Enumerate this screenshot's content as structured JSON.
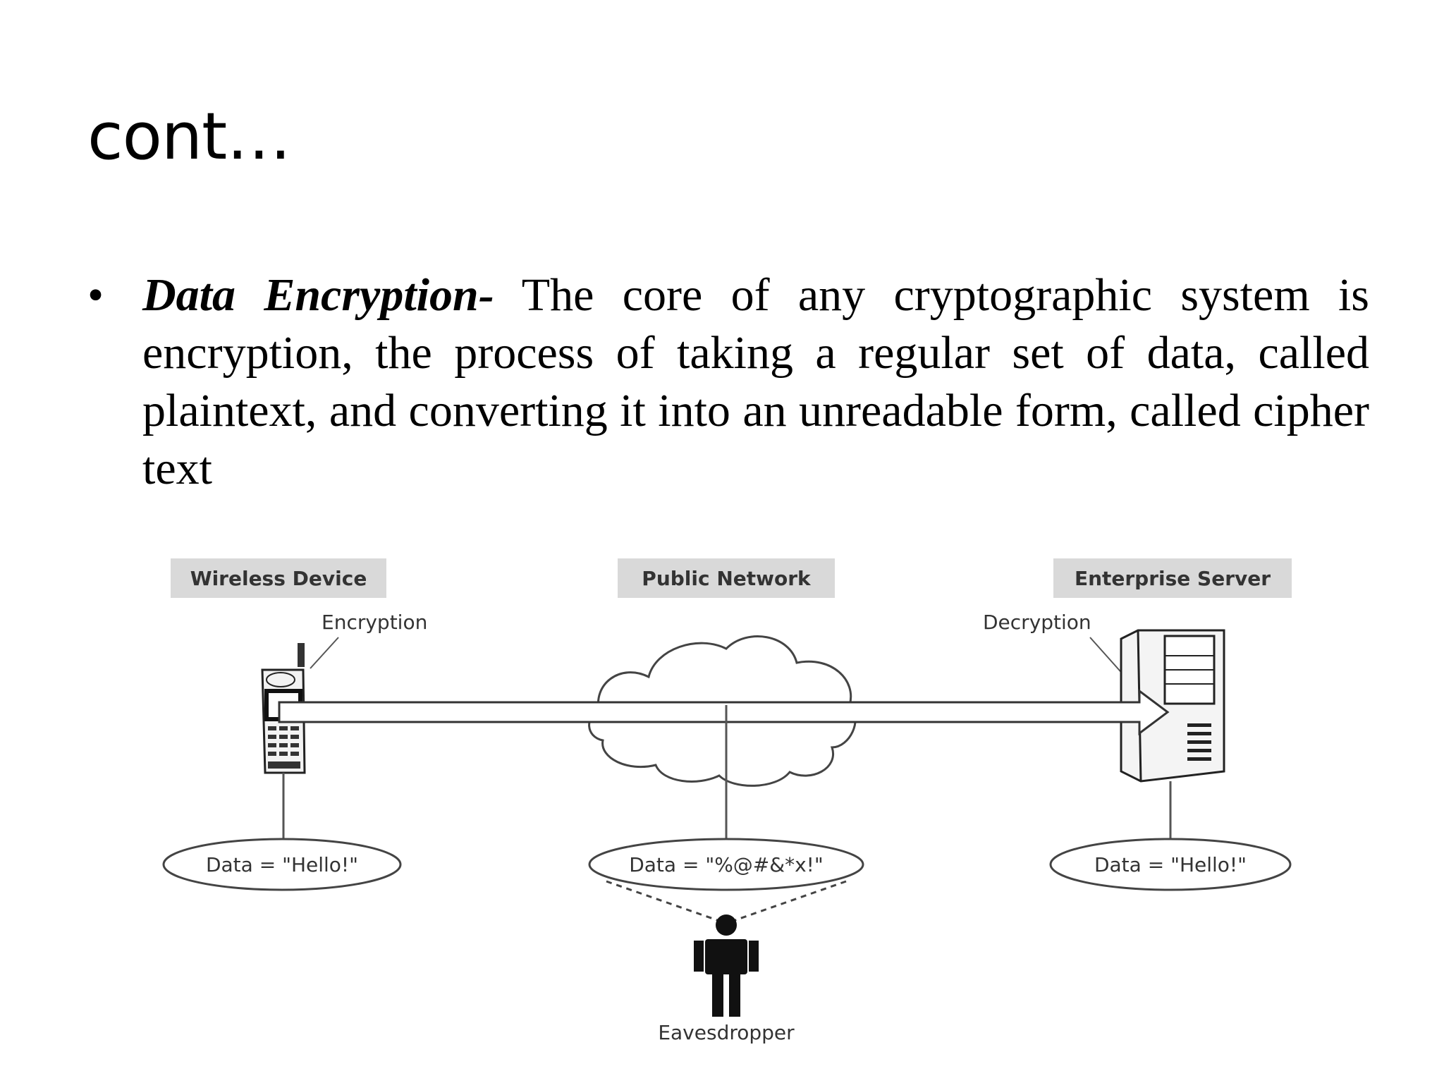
{
  "slide": {
    "title": "cont…",
    "bullet": {
      "term": "Data Encryption-",
      "text": " The core of any cryptographic system is encryption, the process of taking a regular set of data, called plaintext, and converting it into an unreadable form, called cipher text"
    }
  },
  "diagram": {
    "headers": {
      "wireless_device": "Wireless Device",
      "public_network": "Public Network",
      "enterprise_server": "Enterprise Server"
    },
    "callouts": {
      "encryption": "Encryption",
      "decryption": "Decryption"
    },
    "data_bubbles": {
      "left": "Data = \"Hello!\"",
      "middle": "Data = \"%@#&*x!\"",
      "right": "Data = \"Hello!\""
    },
    "eavesdropper_label": "Eavesdropper"
  }
}
